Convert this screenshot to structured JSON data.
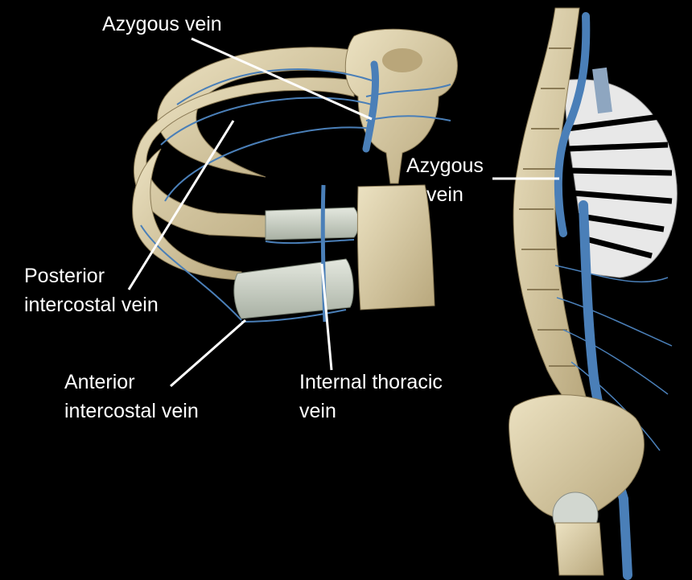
{
  "labels": {
    "azygous_left": "Azygous vein",
    "posterior_line1": "Posterior",
    "posterior_line2": "intercostal vein",
    "anterior_line1": "Anterior",
    "anterior_line2": "intercostal vein",
    "internal_line1": "Internal thoracic",
    "internal_line2": "vein",
    "azygous_right_line1": "Azygous",
    "azygous_right_line2": "vein"
  },
  "colors": {
    "background": "#000000",
    "bone": "#d9cba3",
    "cartilage": "#c9d0c4",
    "vein": "#4a7fb8",
    "leader_line": "#ffffff"
  }
}
